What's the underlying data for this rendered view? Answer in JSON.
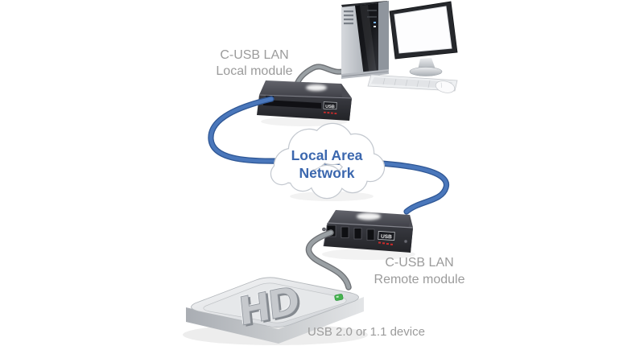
{
  "diagram": {
    "cloud": {
      "label_line1": "Local Area",
      "label_line2": "Network"
    },
    "local_module": {
      "label_line1": "C-USB LAN",
      "label_line2": "Local module",
      "badge": "USB"
    },
    "remote_module": {
      "label_line1": "C-USB LAN",
      "label_line2": "Remote module",
      "badge": "USB"
    },
    "usb_device": {
      "logo": "HD",
      "caption": "USB 2.0 or 1.1 device"
    },
    "colors": {
      "lan_cable": "#4a77bb",
      "lan_cable_dark": "#2f5795",
      "usb_cable": "#9aa0a4",
      "usb_cable_dark": "#6f7276",
      "label_text": "#9b9b9b",
      "cloud_text": "#3b67ae",
      "led_red": "#cf2b2b",
      "led_green": "#45b24e"
    }
  }
}
